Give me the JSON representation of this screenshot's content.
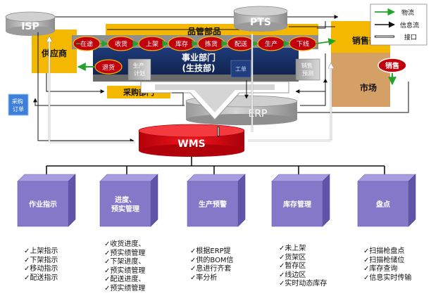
{
  "systems": {
    "isp": "ISP",
    "pts": "PTS",
    "erp": "ERP",
    "wms": "WMS"
  },
  "legend": {
    "material_flow": "物流",
    "info_flow": "信息流",
    "interface": "接口"
  },
  "top_band_title": "品管部品",
  "supplier": "供应商",
  "sales_dept": "销售部",
  "market": "市场",
  "sales_badge": "销售",
  "process_steps": [
    "在途",
    "收货",
    "上架",
    "库存",
    "拣货",
    "配送",
    "生产",
    "下线"
  ],
  "return_goods": "退货",
  "production_plan": "生产计划",
  "business_dept_line1": "事业部门",
  "business_dept_line2": "(生技部)",
  "work_order": "工单",
  "sales_forecast": "销售预测",
  "purchase_dept": "采购部门",
  "purchase_order": "采购订单",
  "modules": [
    {
      "title": "作业指示",
      "items": [
        "上架指示",
        "下架指示",
        "移动指示",
        "配送指示"
      ]
    },
    {
      "title": "进度、预实管理",
      "items": [
        "收货进度、",
        "预实绩管理",
        "下架进度、",
        "预实绩管理",
        "配送进度、",
        "预实绩管理"
      ]
    },
    {
      "title": "生产预警",
      "items": [
        "根据ERP提",
        "供的BOM信",
        "息进行齐套",
        "率分析"
      ]
    },
    {
      "title": "库存管理",
      "items": [
        "未上架",
        "货架区",
        "暂存区",
        "线边区",
        "实时动态库存"
      ]
    },
    {
      "title": "盘点",
      "items": [
        "扫描枪盘点",
        "扫描枪储位",
        "库存查询",
        "信息实时传输"
      ]
    }
  ],
  "colors": {
    "material_flow": "#22a32b",
    "yellow_box": "#f5b800",
    "red_ellipse": "#c0000c",
    "navy_panel": "#142a5c",
    "purple_cube": "#8578c8",
    "wms_red": "#e00c12",
    "cylinder_gray": "#b8b8b8",
    "market_tan": "#d5a066"
  }
}
